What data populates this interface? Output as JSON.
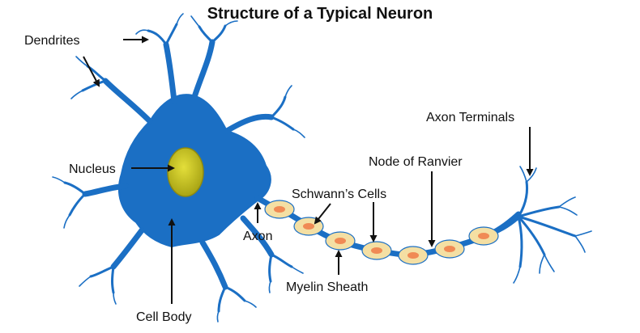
{
  "title": "Structure of a Typical Neuron",
  "labels": {
    "dendrites": "Dendrites",
    "nucleus": "Nucleus",
    "cell_body": "Cell Body",
    "axon": "Axon",
    "schwann_cells": "Schwann’s Cells",
    "myelin_sheath": "Myelin Sheath",
    "node_of_ranvier": "Node of Ranvier",
    "axon_terminals": "Axon Terminals"
  },
  "colors": {
    "neuron_blue": "#1B6FC4",
    "nucleus_fill": "#C9C51C",
    "myelin_outer": "#F4DFA3",
    "myelin_inner": "#F08A55",
    "arrow": "#111111",
    "text": "#111111"
  }
}
